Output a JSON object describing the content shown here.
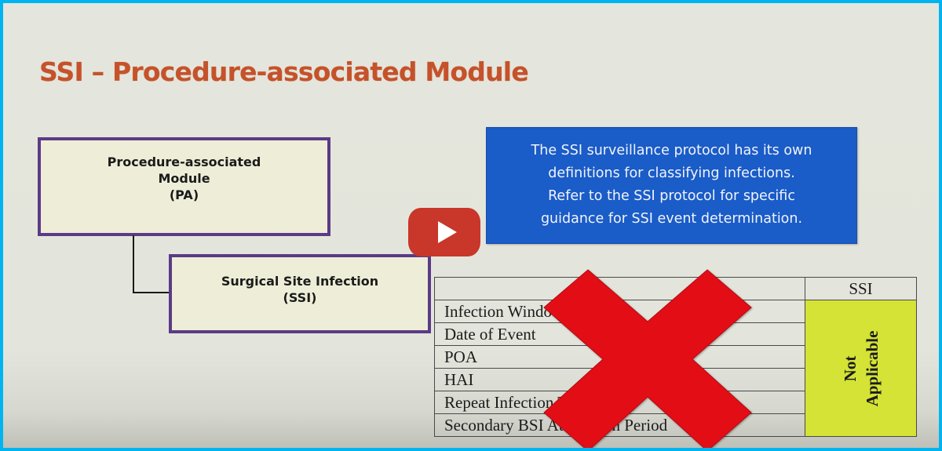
{
  "slide": {
    "title": "SSI – Procedure-associated Module",
    "colors": {
      "frame": "#00b4f0",
      "title": "#c5522a",
      "box_border": "#5b3a86",
      "box_fill": "#eeeed8",
      "info_fill": "#1a5cc8",
      "not_applicable_fill": "#d4e335",
      "red_x": "#e30b17",
      "play_button": "#c9362a"
    }
  },
  "diagram": {
    "parent": {
      "line1": "Procedure-associated",
      "line2": "Module",
      "line3": "(PA)"
    },
    "child": {
      "line1": "Surgical Site Infection",
      "line2": "(SSI)"
    }
  },
  "info_box": {
    "lines": [
      "The SSI surveillance protocol has its own",
      "definitions for classifying infections.",
      "Refer to the SSI protocol for specific",
      "guidance for SSI event determination."
    ]
  },
  "video": {
    "play_icon": "youtube-play-icon"
  },
  "table": {
    "headers": [
      "",
      "SSI"
    ],
    "rows": [
      "Infection Window Period",
      "Date of Event",
      "POA",
      "HAI",
      "Repeat Infection Timeframe",
      "Secondary BSI Attribution Period"
    ],
    "visible_rows": [
      "Infection W",
      "Date of Event",
      "POA",
      "HAI",
      "Repeat Infec          efra",
      "Secondary BSI    tribution Pe     d"
    ],
    "ssi_value_line1": "Not",
    "ssi_value_line2": "Applicable"
  },
  "overlay": {
    "icon": "red-x-icon"
  }
}
